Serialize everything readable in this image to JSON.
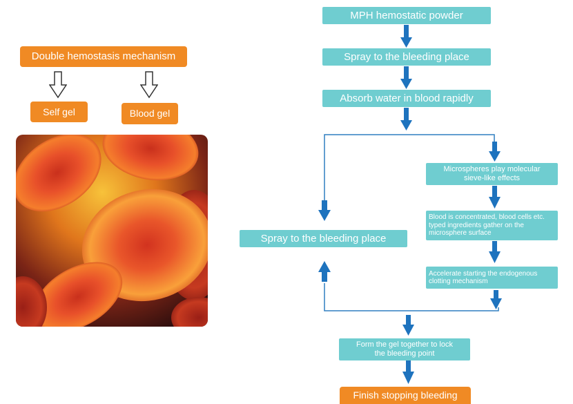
{
  "left": {
    "mechanism_label": "Double  hemostasis  mechanism",
    "self_gel_label": "Self gel",
    "blood_gel_label": "Blood gel",
    "image_icon": "red-blood-cells-image"
  },
  "flow": {
    "step1": "MPH hemostatic powder",
    "step2": "Spray to the bleeding place",
    "step3": "Absorb water in blood rapidly",
    "left_branch": "Spray to the bleeding place",
    "right1": "Microspheres play molecular sieve-like effects",
    "right2": "Blood is concentrated, blood cells etc. typed ingredients gather on the microsphere surface",
    "right3": "Accelerate starting the endogenous clotting mechanism",
    "merge": "Form the gel together to lock the bleeding point",
    "final": "Finish stopping bleeding"
  },
  "colors": {
    "orange": "#f08a24",
    "teal": "#6fcdd0",
    "arrow_blue": "#1e73be",
    "line_blue": "#2f7fc1"
  }
}
